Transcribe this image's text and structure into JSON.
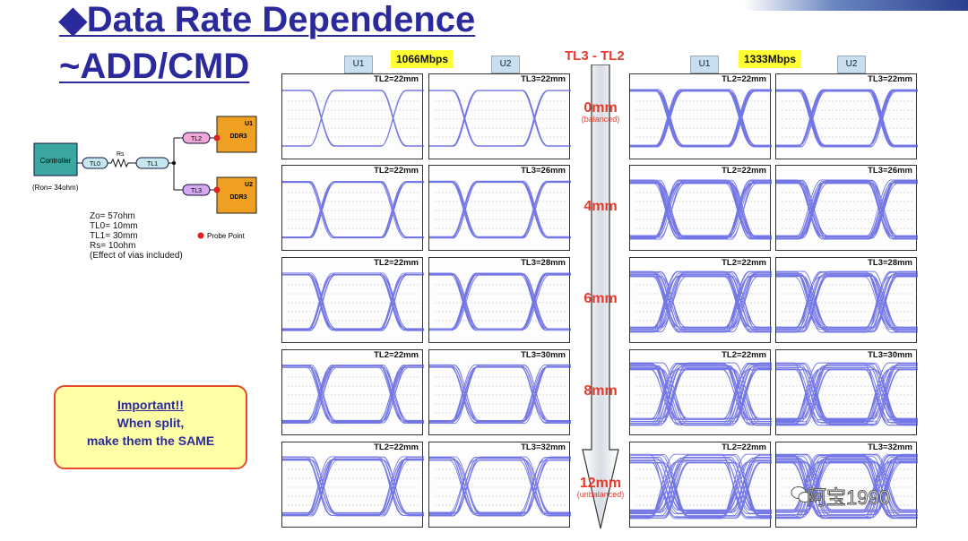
{
  "title": {
    "line1": "◆Data Rate Dependence",
    "line2": "~ADD/CMD"
  },
  "circuit": {
    "controller": "Controller",
    "ron": "(Ron= 34ohm)",
    "tl0": "TL0",
    "rs": "Rs",
    "tl1": "TL1",
    "tl2": "TL2",
    "tl3": "TL3",
    "u1": "U1",
    "u2": "U2",
    "ddr": "DDR3",
    "probe": "Probe Point"
  },
  "params": [
    "Zo= 57ohm",
    "TL0= 10mm",
    "TL1= 30mm",
    "Rs= 10ohm",
    "(Effect of vias included)"
  ],
  "important": {
    "heading": "Important!!",
    "line1": "When split,",
    "line2": "make them the SAME"
  },
  "axis_title": "TL3 - TL2",
  "rates": [
    "1066Mbps",
    "1333Mbps"
  ],
  "unit_labels": [
    "U1",
    "U2",
    "U1",
    "U2"
  ],
  "rows": [
    {
      "diff": "0mm",
      "note": "(balanced)",
      "tl2": "TL2=22mm",
      "tl3": "TL3=22mm"
    },
    {
      "diff": "4mm",
      "note": "",
      "tl2": "TL2=22mm",
      "tl3": "TL3=26mm"
    },
    {
      "diff": "6mm",
      "note": "",
      "tl2": "TL2=22mm",
      "tl3": "TL3=28mm"
    },
    {
      "diff": "8mm",
      "note": "",
      "tl2": "TL2=22mm",
      "tl3": "TL3=30mm"
    },
    {
      "diff": "12mm",
      "note": "(unbalanced)",
      "tl2": "TL2=22mm",
      "tl3": "TL3=32mm"
    }
  ],
  "watermark": "阿宝1990",
  "colors": {
    "title": "#2a2a9c",
    "accent": "#e53a2c",
    "trace": "#5a5ee0",
    "rate_bg": "#ffff33",
    "important_bg": "#ffffa6"
  }
}
